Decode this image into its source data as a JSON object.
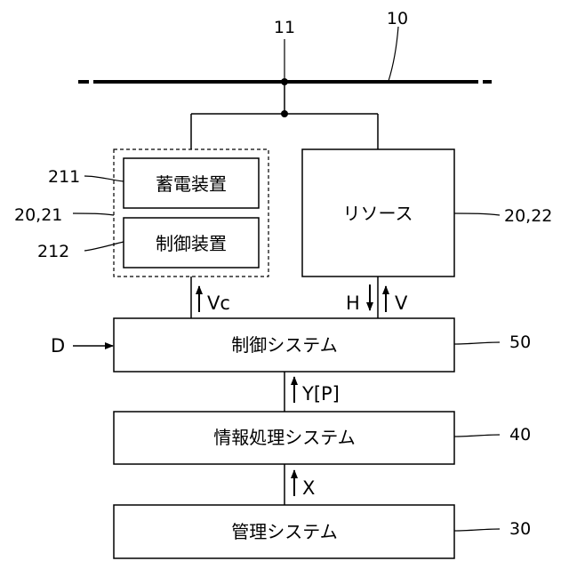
{
  "labels": {
    "ref_bus": "10",
    "ref_node": "11",
    "ref_storage": "211",
    "ref_group": "20,21",
    "ref_controller": "212",
    "ref_resource": "20,22",
    "ref_control_system": "50",
    "ref_info_system": "40",
    "ref_management": "30"
  },
  "blocks": {
    "storage": "蓄電装置",
    "controller": "制御装置",
    "resource": "リソース",
    "control_system": "制御システム",
    "info_system": "情報処理システム",
    "management": "管理システム"
  },
  "signals": {
    "vc": "Vc",
    "h": "H",
    "v": "V",
    "d": "D",
    "yp": "Y[P]",
    "x": "X"
  }
}
